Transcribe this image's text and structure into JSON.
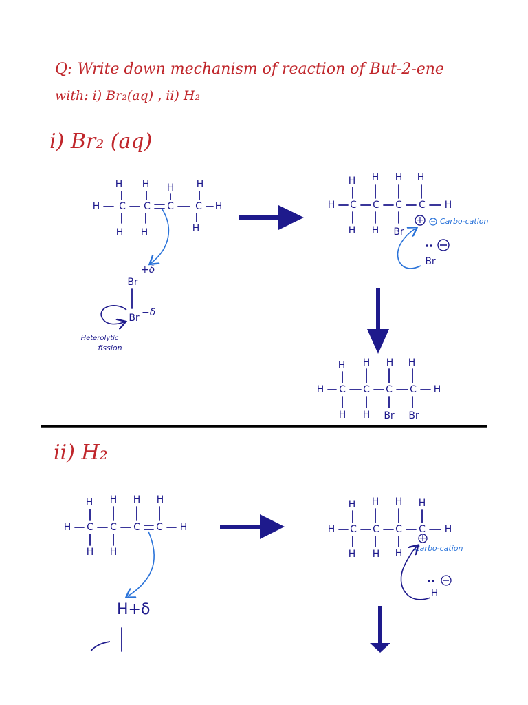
{
  "question": {
    "line1": "Q: Write down mechanism of reaction of But-2-ene",
    "line2": "with: i) Br₂(aq) , ii) H₂"
  },
  "part1": {
    "heading": "i) Br₂ (aq)",
    "delta_plus": "+δ",
    "delta_minus": "−δ",
    "br_top": "Br",
    "br_bottom": "Br",
    "fission_line1": "Heterolytic",
    "fission_line2": "fission",
    "carbocation_label": "Carbo-cation",
    "bromide": "Br",
    "plus_charge": "+",
    "minus_charge": "−"
  },
  "part2": {
    "heading": "ii) H₂",
    "h_delta_plus": "H+δ",
    "carbocation_label": "Carbo-cation",
    "hydride": "H",
    "plus_charge": "+",
    "minus_charge": "−"
  },
  "colors": {
    "question": "#c0262b",
    "structure": "#1e1a8c",
    "annotation": "#2a73d9"
  }
}
